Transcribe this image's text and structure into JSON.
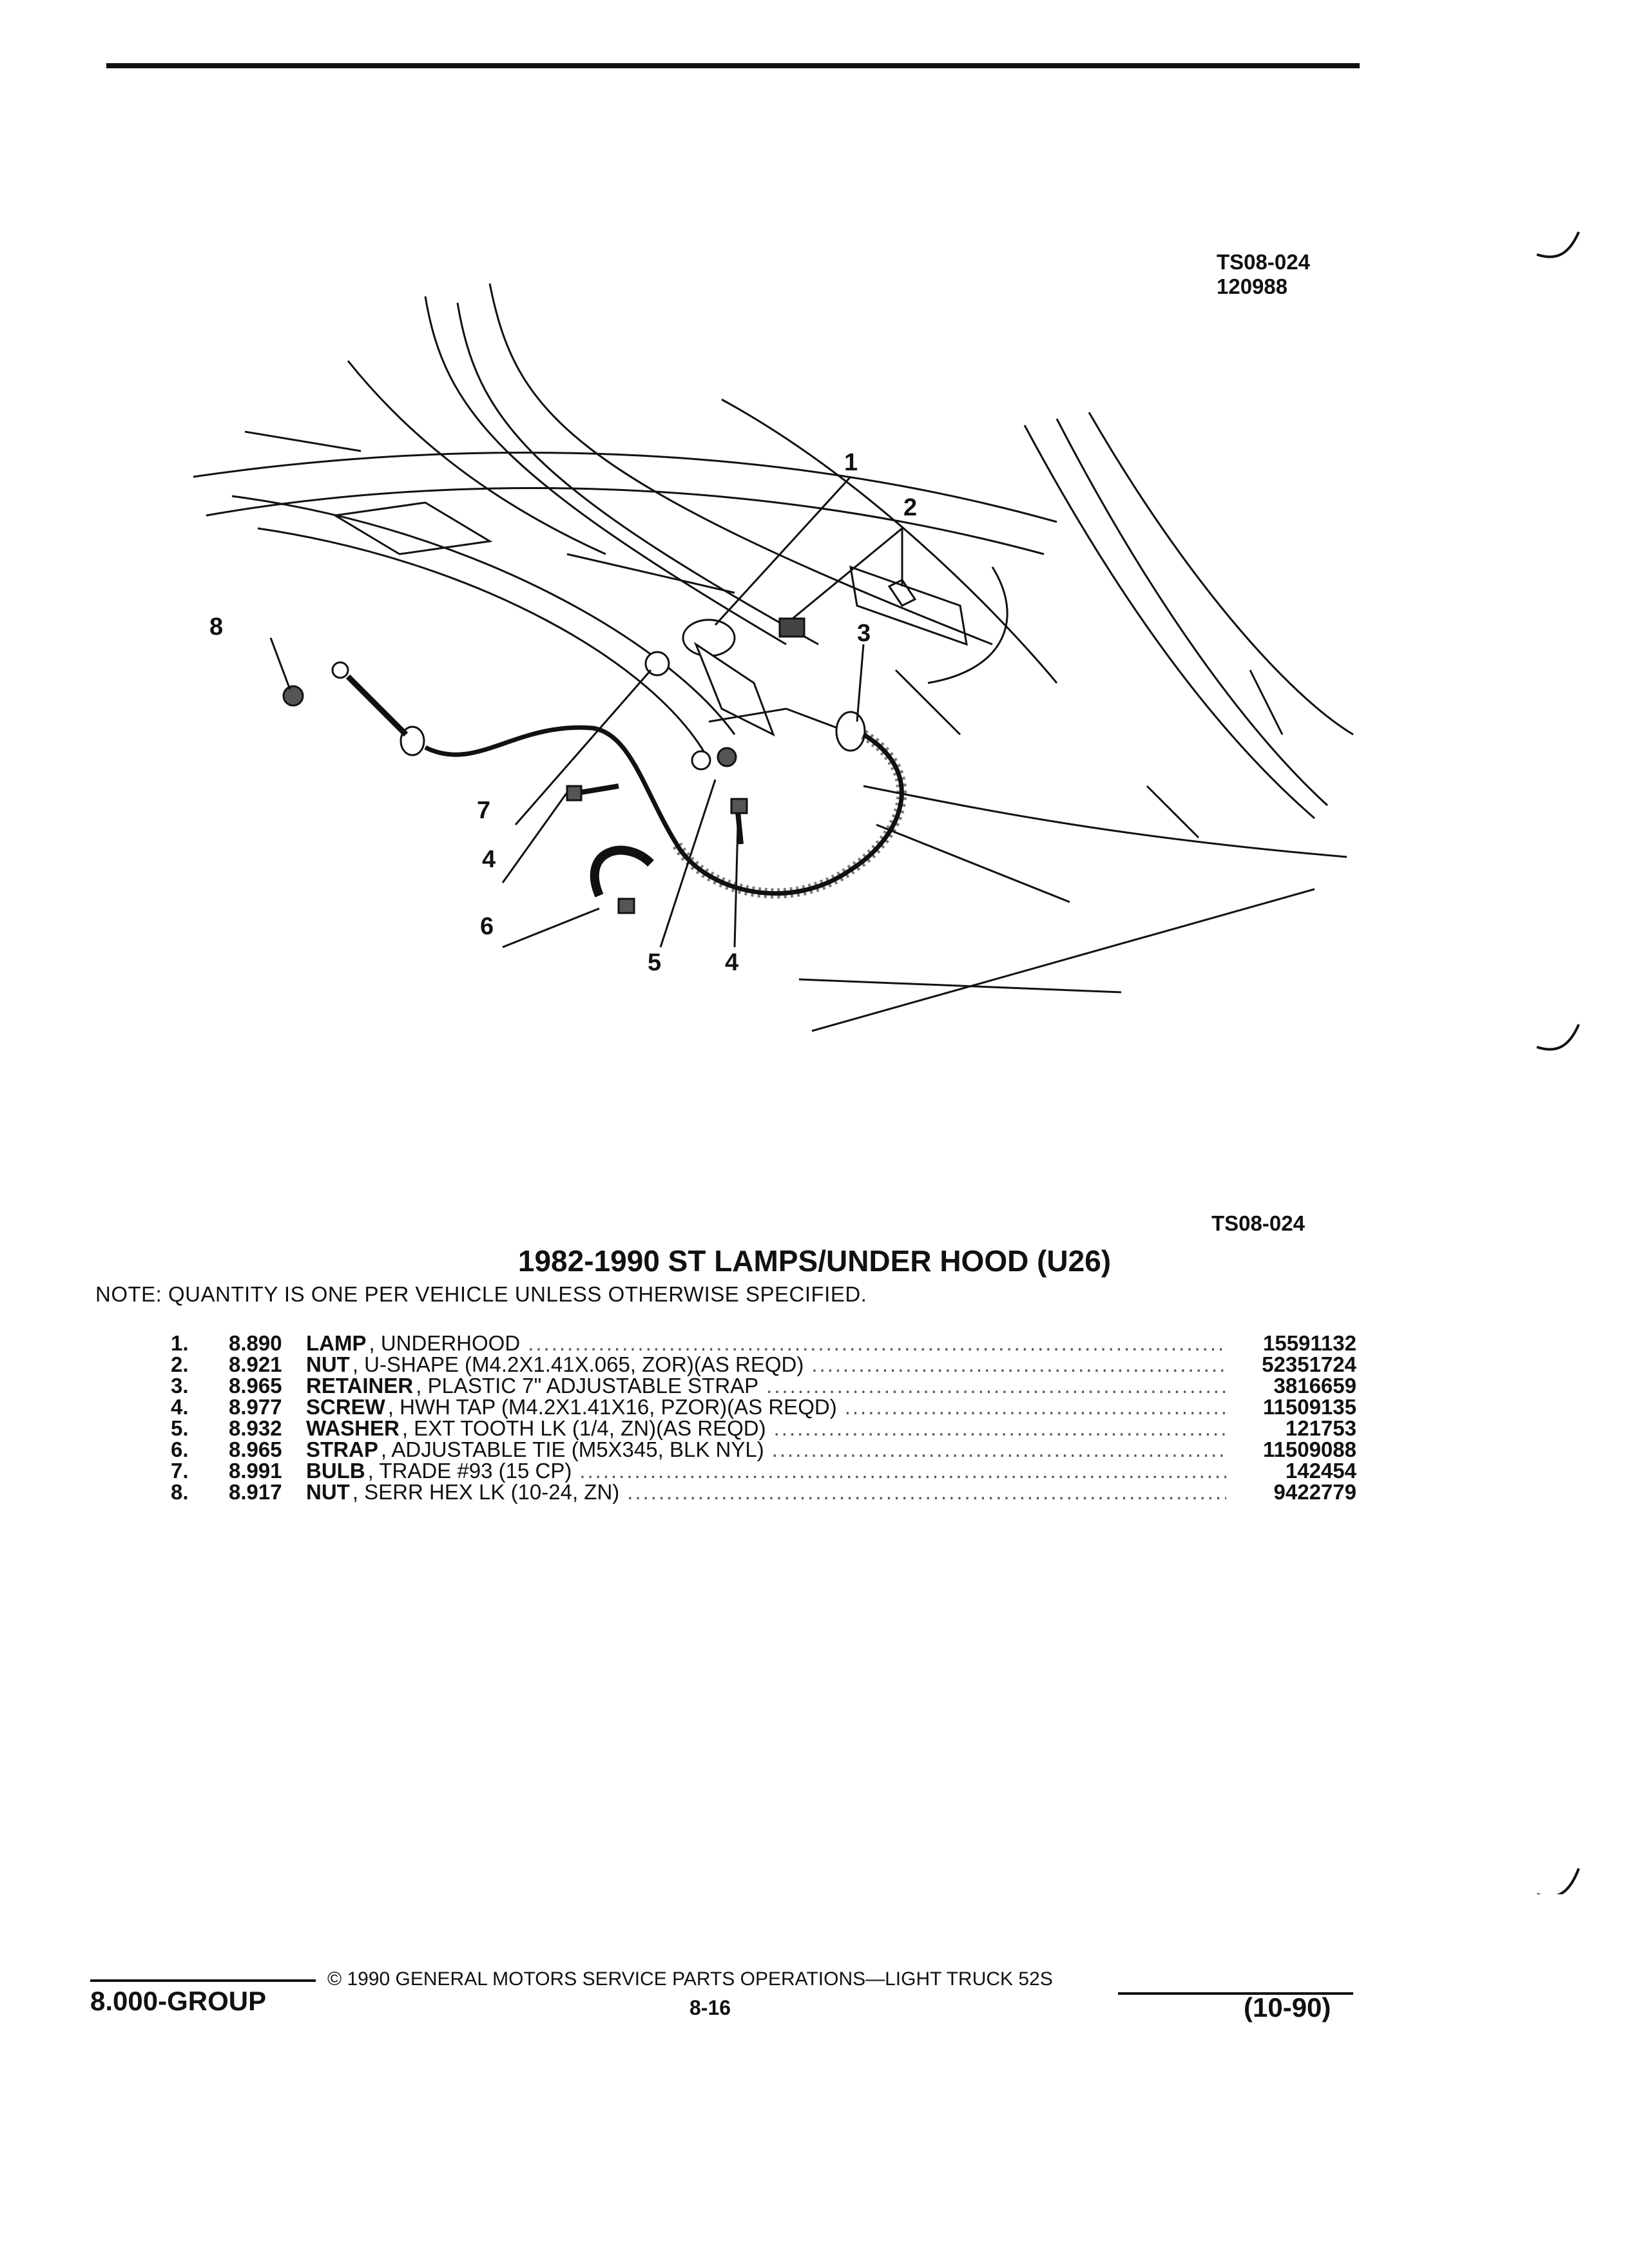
{
  "figure": {
    "id": "TS08-024",
    "date_code": "120988",
    "id_bottom": "TS08-024"
  },
  "callouts": [
    "1",
    "2",
    "3",
    "4",
    "4",
    "5",
    "6",
    "7",
    "8"
  ],
  "title": "1982-1990 ST LAMPS/UNDER HOOD (U26)",
  "note": "NOTE:  QUANTITY IS ONE PER VEHICLE UNLESS OTHERWISE SPECIFIED.",
  "parts": [
    {
      "num": "1.",
      "code": "8.890",
      "name": "LAMP",
      "desc": ", UNDERHOOD",
      "pn": "15591132"
    },
    {
      "num": "2.",
      "code": "8.921",
      "name": "NUT",
      "desc": ", U-SHAPE (M4.2X1.41X.065, ZOR)(AS REQD)",
      "pn": "52351724"
    },
    {
      "num": "3.",
      "code": "8.965",
      "name": "RETAINER",
      "desc": ", PLASTIC 7\" ADJUSTABLE STRAP",
      "pn": "3816659"
    },
    {
      "num": "4.",
      "code": "8.977",
      "name": "SCREW",
      "desc": ", HWH TAP (M4.2X1.41X16, PZOR)(AS REQD)",
      "pn": "11509135"
    },
    {
      "num": "5.",
      "code": "8.932",
      "name": "WASHER",
      "desc": ", EXT TOOTH LK (1/4, ZN)(AS REQD)",
      "pn": "121753"
    },
    {
      "num": "6.",
      "code": "8.965",
      "name": "STRAP",
      "desc": ", ADJUSTABLE TIE (M5X345, BLK NYL)",
      "pn": "11509088"
    },
    {
      "num": "7.",
      "code": "8.991",
      "name": "BULB",
      "desc": ", TRADE #93 (15 CP)",
      "pn": "142454"
    },
    {
      "num": "8.",
      "code": "8.917",
      "name": "NUT",
      "desc": ", SERR HEX LK (10-24, ZN)",
      "pn": "9422779"
    }
  ],
  "footer": {
    "copyright": "© 1990  GENERAL MOTORS SERVICE PARTS OPERATIONS—LIGHT TRUCK 52S",
    "group": "8.000-GROUP",
    "page": "8-16",
    "date": "(10-90)"
  }
}
